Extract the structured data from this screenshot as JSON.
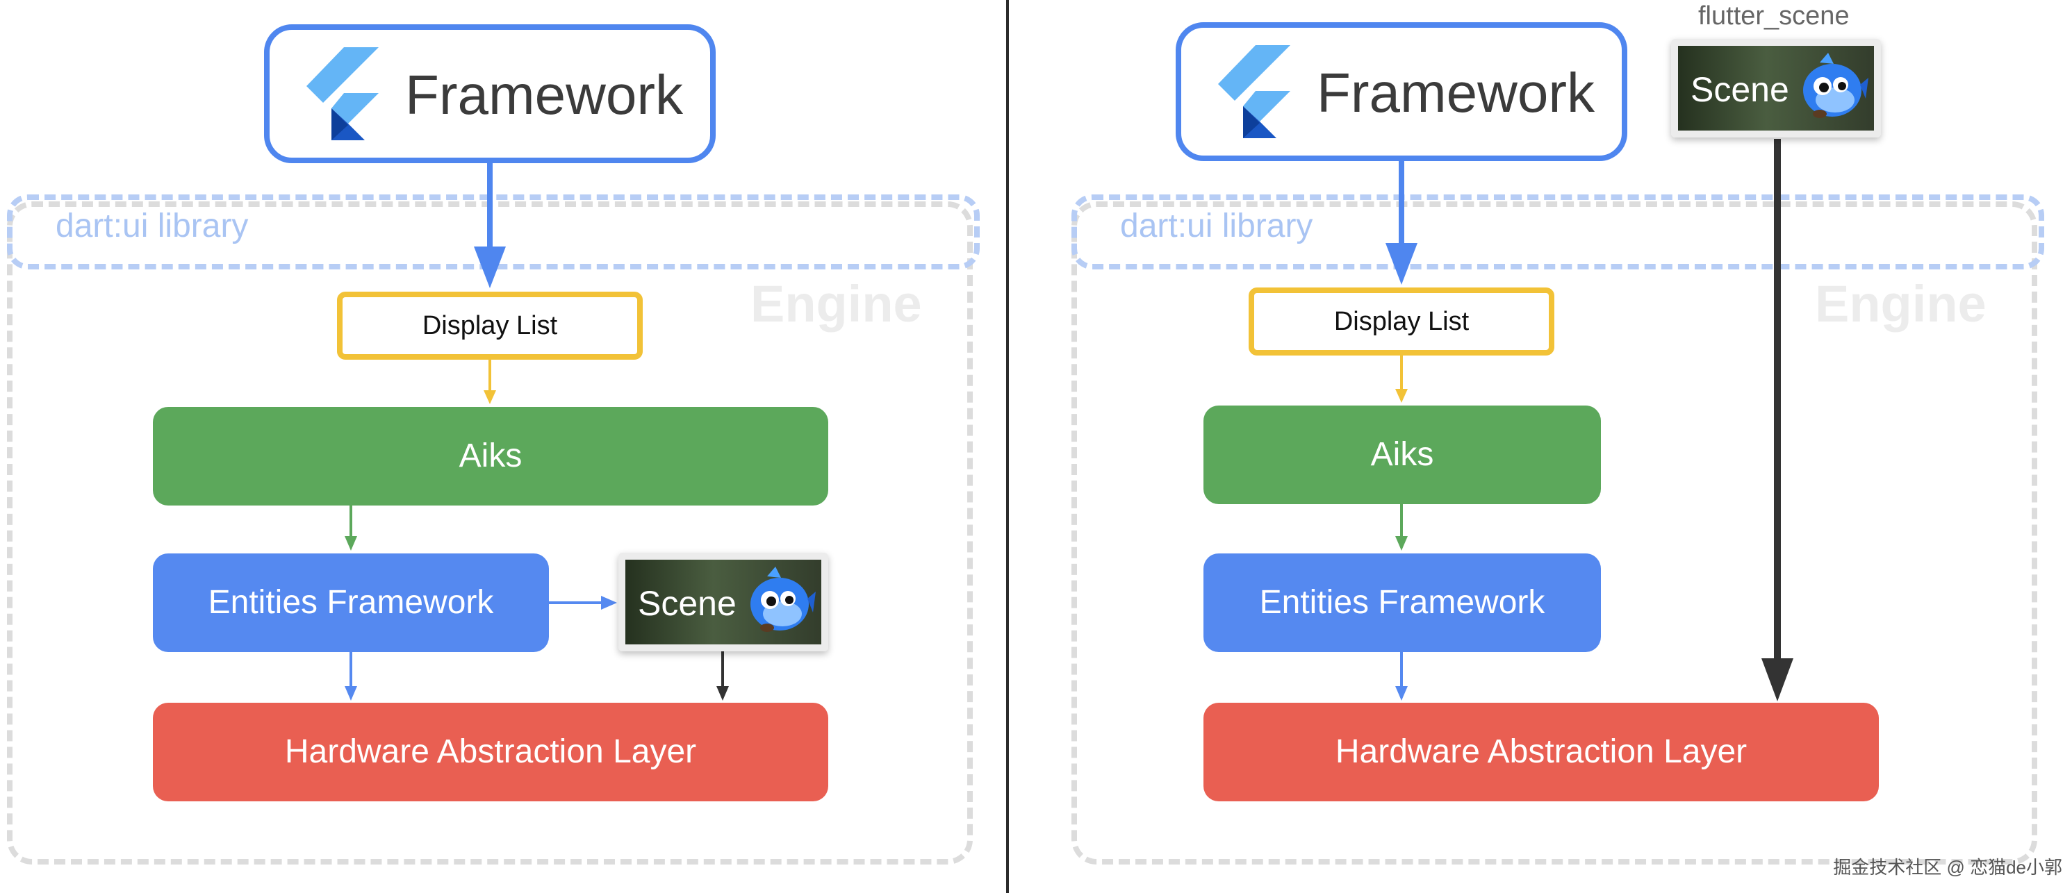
{
  "panels": {
    "left": {
      "framework_label": "Framework",
      "dart_label": "dart:ui library",
      "engine_label": "Engine",
      "display_list_label": "Display List",
      "aiks_label": "Aiks",
      "entities_label": "Entities Framework",
      "scene_label": "Scene",
      "hal_label": "Hardware Abstraction Layer"
    },
    "right": {
      "framework_label": "Framework",
      "flutter_scene_label": "flutter_scene",
      "scene_label": "Scene",
      "dart_label": "dart:ui library",
      "engine_label": "Engine",
      "display_list_label": "Display List",
      "aiks_label": "Aiks",
      "entities_label": "Entities Framework",
      "hal_label": "Hardware Abstraction Layer"
    }
  },
  "watermark": "掘金技术社区 @ 恋猫de小郭",
  "colors": {
    "framework_border": "#4f86ef",
    "display_list_border": "#f2c237",
    "aiks": "#5ca85b",
    "entities": "#5589f0",
    "hal": "#e95f52",
    "dart_dashed": "#b7cdf5",
    "engine_dashed": "#dcdcdc",
    "scene_arrow": "#333333"
  },
  "icons": {
    "framework_logo": "flutter-logo-icon",
    "scene_mascot": "dash-fish-mascot-icon"
  }
}
